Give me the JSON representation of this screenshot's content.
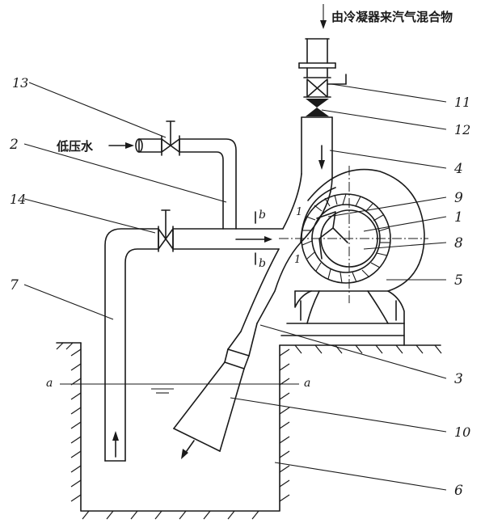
{
  "annotations": {
    "top_inlet": "由冷凝器来汽气混合物",
    "low_pressure_water": "低压水"
  },
  "labels": {
    "n1": "1",
    "n2": "2",
    "n3": "3",
    "n4": "4",
    "n5": "5",
    "n6": "6",
    "n7": "7",
    "n8": "8",
    "n9": "9",
    "n10": "10",
    "n11": "11",
    "n12": "12",
    "n13": "13",
    "n14": "14",
    "sec_a_left": "a",
    "sec_a_right": "a",
    "sec_b_top": "b",
    "sec_b_bottom": "b",
    "sec_1_top": "1",
    "sec_1_bottom": "1"
  }
}
